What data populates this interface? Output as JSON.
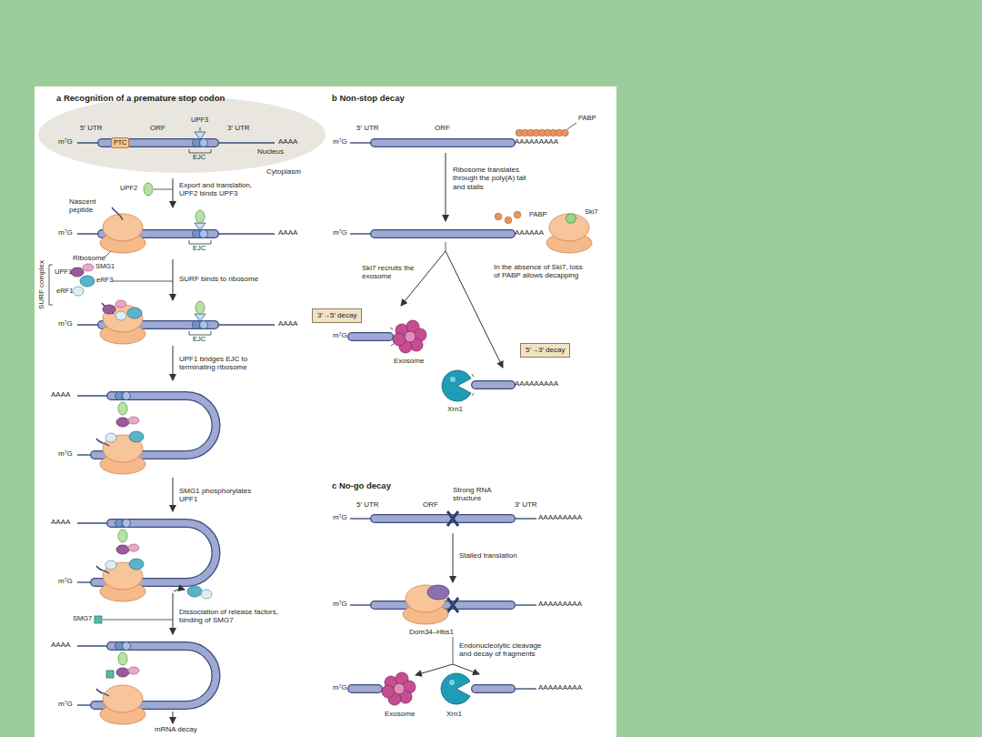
{
  "diagram": {
    "nodes": [
      {
        "text": [
          "PTC"
        ]
      },
      {
        "text": [
          "3′→5′ decay"
        ]
      },
      {
        "text": [
          "5′→3′ decay"
        ]
      }
    ],
    "labels": [
      "a Recognition of a premature stop codon",
      "UPF3",
      "5′ UTR",
      "ORF",
      "3′ UTR",
      "m⁷G",
      "AAAA",
      "EJC",
      "Nucleus",
      "Cytoplasm",
      "UPF2",
      "Export and translation, UPF2 binds UPF3",
      "Nascent peptide",
      "m⁷G",
      "AAAA",
      "EJC",
      "Ribosome",
      "SURF complex",
      "UPF1",
      "SMG1",
      "eRF3",
      "eRF1",
      "SURF binds to ribosome",
      "m⁷G",
      "AAAA",
      "EJC",
      "UPF1 bridges EJC to terminating ribosome",
      "AAAA",
      "m⁷G",
      "SMG1 phosphorylates UPF1",
      "AAAA",
      "m⁷G",
      "SMG7",
      "Dissociation of release factors, binding of SMG7",
      "AAAA",
      "m⁷G",
      "mRNA decay",
      "b Non-stop decay",
      "5′ UTR",
      "ORF",
      "PABP",
      "m⁷G",
      "AAAAAAAAA",
      "Ribosome translates through the poly(A) tail and stalls",
      "PABP",
      "Ski7",
      "m⁷G",
      "AAAAAA",
      "Ski7 recruits the exosome",
      "In the absence of Ski7, loss of PABP allows decapping",
      "m⁷G",
      "Exosome",
      "AAAAAAAAA",
      "Xrn1",
      "c No-go decay",
      "5′ UTR",
      "ORF",
      "Strong RNA structure",
      "3′ UTR",
      "m⁷G",
      "AAAAAAAAA",
      "Stalled translation",
      "m⁷G",
      "AAAAAAAAA",
      "Dom34–Hbs1",
      "Endonucleolytic cleavage and decay of fragments",
      "m⁷G",
      "AAAAAAAAA",
      "Exosome",
      "Xrn1"
    ]
  }
}
